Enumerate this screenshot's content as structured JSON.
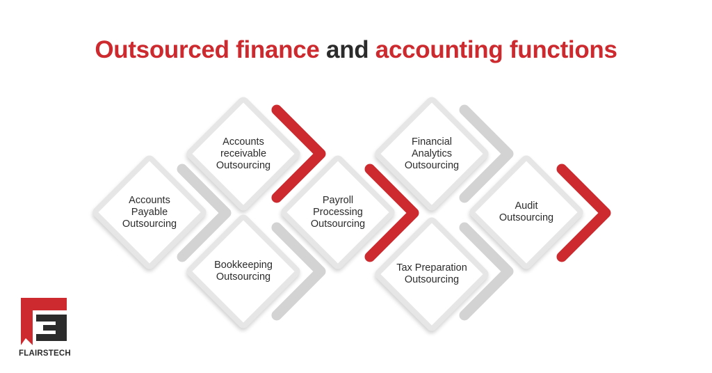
{
  "title": {
    "part1": "Outsourced finance",
    "part2": "and",
    "part3": "accounting functions"
  },
  "cards": [
    {
      "lines": [
        "Accounts",
        "receivable",
        "Outsourcing"
      ]
    },
    {
      "lines": [
        "Accounts",
        "Payable",
        "Outsourcing"
      ]
    },
    {
      "lines": [
        "Bookkeeping",
        "Outsourcing"
      ]
    },
    {
      "lines": [
        "Payroll",
        "Processing",
        "Outsourcing"
      ]
    },
    {
      "lines": [
        "Financial",
        "Analytics",
        "Outsourcing"
      ]
    },
    {
      "lines": [
        "Tax Preparation",
        "Outsourcing"
      ]
    },
    {
      "lines": [
        "Audit",
        "Outsourcing"
      ]
    }
  ],
  "logo": {
    "text": "FLAIRSTECH"
  },
  "colors": {
    "accent": "#cc2a2e",
    "chevron_gray": "#d3d3d3",
    "text": "#2b2b2b"
  }
}
